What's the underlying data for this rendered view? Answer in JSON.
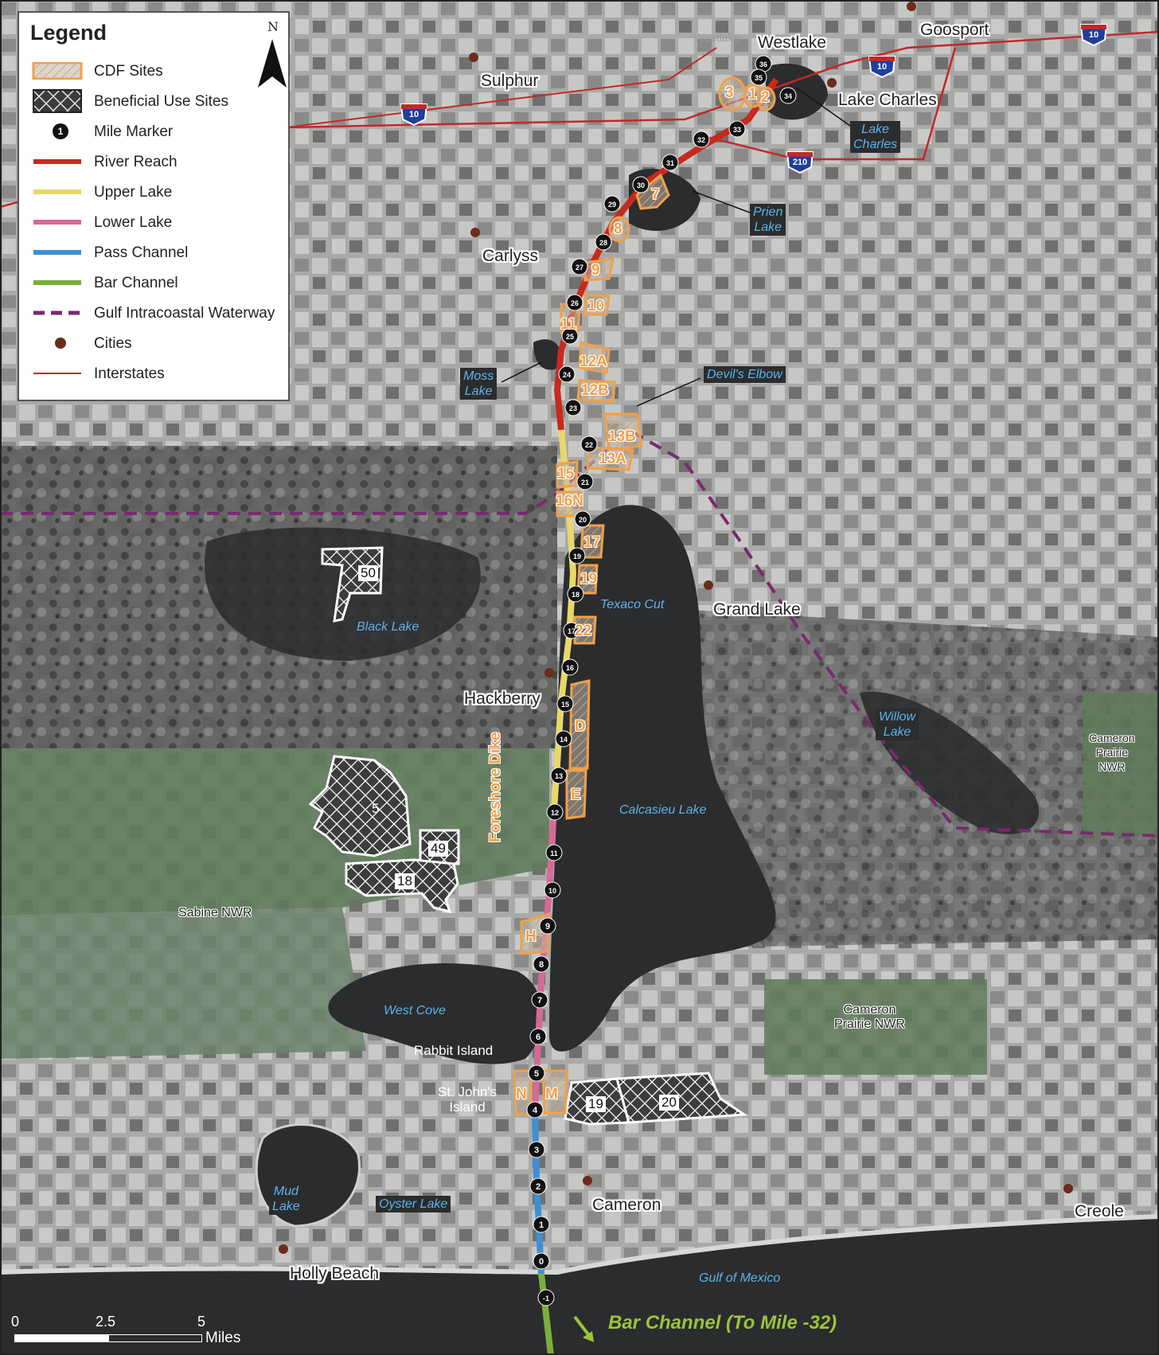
{
  "legend": {
    "title": "Legend",
    "north": "N",
    "items": [
      {
        "label": "CDF Sites",
        "symbol": "cdf-hatch",
        "color": "#f0a04a"
      },
      {
        "label": "Beneficial Use Sites",
        "symbol": "bu-crosshatch",
        "color": "#ffffff"
      },
      {
        "label": "Mile Marker",
        "symbol": "mile-marker",
        "glyph": "1",
        "color": "#111111"
      },
      {
        "label": "River Reach",
        "symbol": "line",
        "color": "#c62a1e"
      },
      {
        "label": "Upper Lake",
        "symbol": "line",
        "color": "#e8d86a"
      },
      {
        "label": "Lower Lake",
        "symbol": "line",
        "color": "#d56a96"
      },
      {
        "label": "Pass Channel",
        "symbol": "line",
        "color": "#3f8fd2"
      },
      {
        "label": "Bar Channel",
        "symbol": "line",
        "color": "#7aae3a"
      },
      {
        "label": "Gulf Intracoastal Waterway",
        "symbol": "dashed",
        "color": "#7a2a6e"
      },
      {
        "label": "Cities",
        "symbol": "dot",
        "color": "#6b2c1c"
      },
      {
        "label": "Interstates",
        "symbol": "thin-line",
        "color": "#c2282a"
      }
    ]
  },
  "cities": [
    {
      "name": "Westlake"
    },
    {
      "name": "Goosport"
    },
    {
      "name": "Sulphur"
    },
    {
      "name": "Lake Charles"
    },
    {
      "name": "Carlyss"
    },
    {
      "name": "Grand Lake"
    },
    {
      "name": "Hackberry"
    },
    {
      "name": "Cameron"
    },
    {
      "name": "Creole"
    },
    {
      "name": "Holly Beach"
    }
  ],
  "water_labels": [
    {
      "text": "Lake\nCharles"
    },
    {
      "text": "Prien\nLake"
    },
    {
      "text": "Moss\nLake"
    },
    {
      "text": "Devil's Elbow"
    },
    {
      "text": "Texaco Cut"
    },
    {
      "text": "Black Lake"
    },
    {
      "text": "Willow\nLake"
    },
    {
      "text": "Calcasieu Lake"
    },
    {
      "text": "West Cove"
    },
    {
      "text": "Mud\nLake"
    },
    {
      "text": "Oyster Lake"
    },
    {
      "text": "Gulf of Mexico"
    }
  ],
  "other_labels": {
    "rabbit_island": "Rabbit Island",
    "st_johns_island": "St. John's\nIsland",
    "sabine_nwr": "Sabine NWR",
    "cameron_prairie_1": "Cameron\nPrairie NWR",
    "cameron_prairie_2": "Cameron\nPrairie\nNWR",
    "foreshore_dike": "Foreshore Dike",
    "westlake_faint": "Westlake"
  },
  "interstates": [
    {
      "route": "10"
    },
    {
      "route": "10"
    },
    {
      "route": "10"
    },
    {
      "route": "210"
    }
  ],
  "mile_markers": [
    "36",
    "35",
    "34",
    "33",
    "32",
    "31",
    "30",
    "29",
    "28",
    "27",
    "26",
    "25",
    "24",
    "23",
    "22",
    "21",
    "20",
    "19",
    "18",
    "17",
    "16",
    "15",
    "14",
    "13",
    "12",
    "11",
    "10",
    "9",
    "8",
    "7",
    "6",
    "5",
    "4",
    "3",
    "2",
    "1",
    "0",
    "-1"
  ],
  "cdf_sites": [
    "3",
    "1",
    "2",
    "7",
    "8",
    "9",
    "10",
    "11",
    "12A",
    "12B",
    "13B",
    "13A",
    "15",
    "16N",
    "17",
    "19",
    "22",
    "D",
    "E",
    "H",
    "N",
    "M"
  ],
  "beneficial_use_sites": [
    "50",
    "5",
    "49",
    "18",
    "19",
    "20"
  ],
  "scale": {
    "ticks": [
      "0",
      "2.5",
      "5"
    ],
    "units": "Miles"
  },
  "bar_channel_note": "Bar Channel (To Mile -32)",
  "colors": {
    "water": "#2b2c2e",
    "land": "#a9aaa8",
    "refuge": "#5f7a5b",
    "river_reach": "#c62a1e",
    "upper_lake": "#e8d86a",
    "lower_lake": "#d56a96",
    "pass_channel": "#3f8fd2",
    "bar_channel": "#7aae3a",
    "giww": "#7a2a6e",
    "cdf": "#f0a04a"
  }
}
